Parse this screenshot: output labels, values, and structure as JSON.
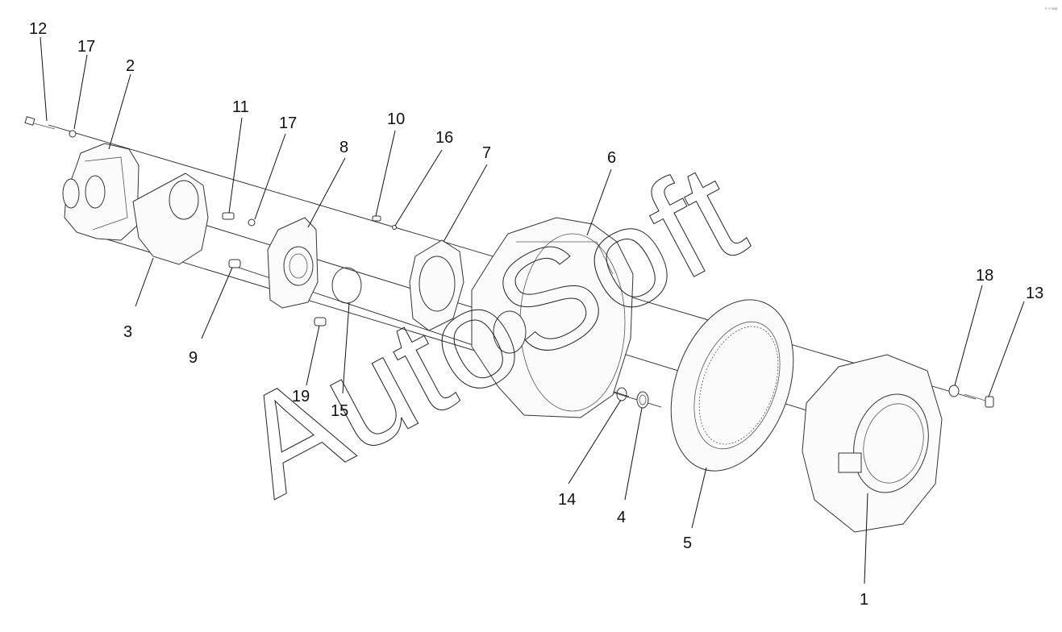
{
  "watermark": "AutoSoft",
  "corner_mark": "° ° ⁰⁰⁰",
  "callouts": {
    "c1": "1",
    "c2": "2",
    "c3": "3",
    "c4": "4",
    "c5": "5",
    "c6": "6",
    "c7": "7",
    "c8": "8",
    "c9": "9",
    "c10": "10",
    "c11": "11",
    "c12": "12",
    "c13": "13",
    "c14": "14",
    "c15": "15",
    "c16": "16",
    "c17a": "17",
    "c17b": "17",
    "c18": "18",
    "c19": "19"
  }
}
